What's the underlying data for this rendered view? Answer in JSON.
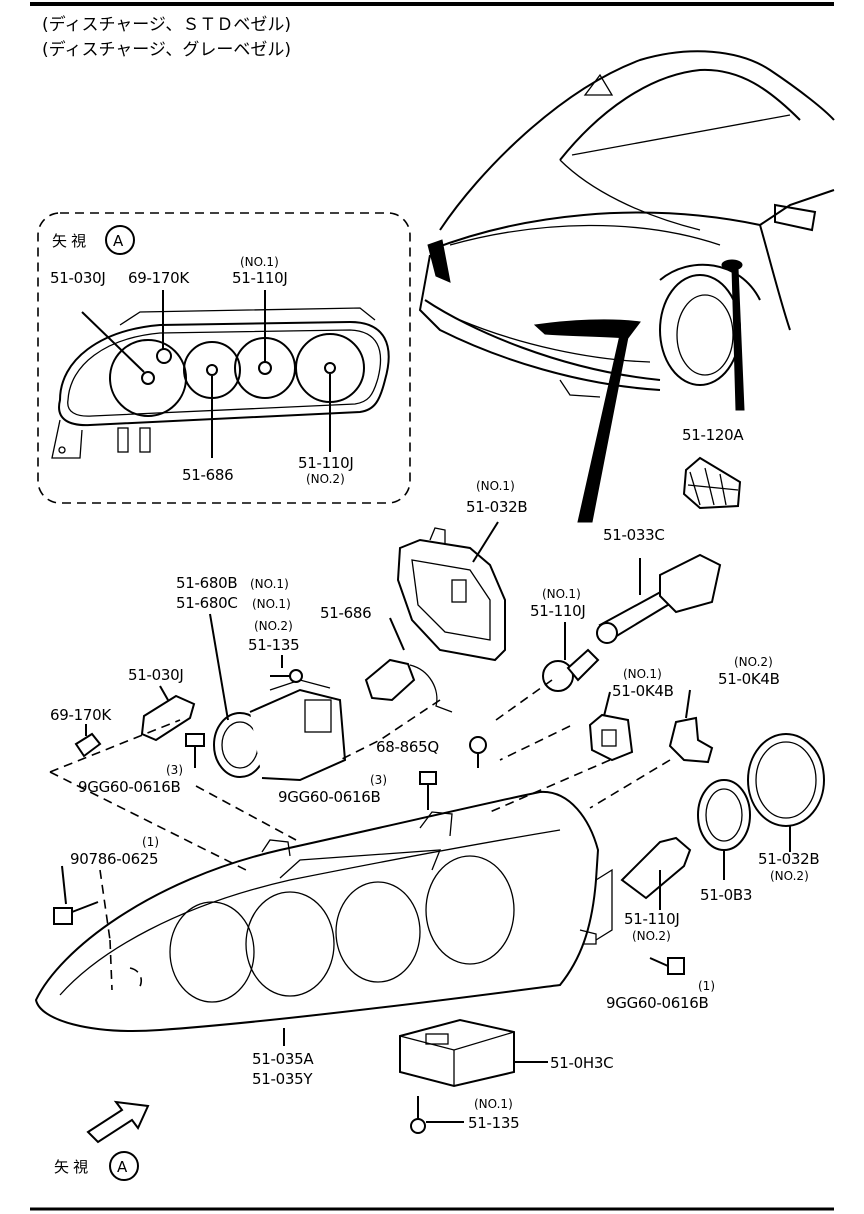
{
  "header": {
    "line1": "(ディスチャージ、ＳＴＤベゼル)",
    "line2": "(ディスチャージ、グレーベゼル)"
  },
  "inset": {
    "title": "矢 視",
    "circle_letter": "A",
    "labels": {
      "p51_030j": "51-030J",
      "p69_170k": "69-170K",
      "no1": "(NO.1)",
      "p51_110j_no1": "51-110J",
      "p51_686": "51-686",
      "p51_110j_no2": "51-110J",
      "no2": "(NO.2)"
    }
  },
  "labels": {
    "p51_120a": "51-120A",
    "no1_032b": "(NO.1)",
    "p51_032b_no1": "51-032B",
    "p51_033c": "51-033C",
    "p51_680b": "51-680B",
    "p51_680b_note": "(NO.1)",
    "p51_680c": "51-680C",
    "p51_680c_note": "(NO.1)",
    "no2_135": "(NO.2)",
    "p51_135_no2": "51-135",
    "p51_686": "51-686",
    "no1_110j": "(NO.1)",
    "p51_110j_no1": "51-110J",
    "no1_0k4b": "(NO.1)",
    "p51_0k4b_no1": "51-0K4B",
    "no2_0k4b": "(NO.2)",
    "p51_0k4b_no2": "51-0K4B",
    "p51_030j": "51-030J",
    "p69_170k": "69-170K",
    "p68_865q": "68-865Q",
    "qty3_a": "(3)",
    "p9gg_a": "9GG60-0616B",
    "qty3_b": "(3)",
    "p9gg_b": "9GG60-0616B",
    "qty1_a": "(1)",
    "p90786": "90786-0625",
    "p51_032b_no2": "51-032B",
    "no2_032b": "(NO.2)",
    "p51_0b3": "51-0B3",
    "p51_110j_no2": "51-110J",
    "no2_110j": "(NO.2)",
    "qty1_b": "(1)",
    "p9gg_c": "9GG60-0616B",
    "p51_035a": "51-035A",
    "p51_035y": "51-035Y",
    "p51_0h3c": "51-0H3C",
    "no1_135": "(NO.1)",
    "p51_135_no1": "51-135"
  },
  "view_arrow": {
    "title": "矢 視",
    "circle_letter": "A"
  }
}
